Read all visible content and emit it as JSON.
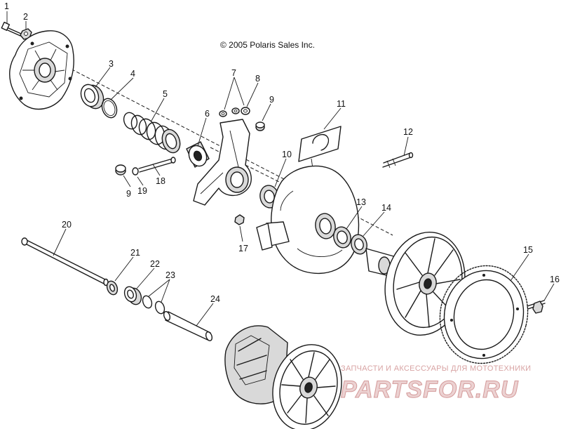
{
  "copyright": "© 2005 Polaris Sales Inc.",
  "watermark": {
    "tagline": "ЗАПЧАСТИ И АКСЕССУАРЫ ДЛЯ МОТОТЕХНИКИ",
    "brand": "PARTSFOR.RU"
  },
  "callouts": [
    "1",
    "2",
    "3",
    "4",
    "5",
    "6",
    "7",
    "8",
    "9",
    "10",
    "11",
    "12",
    "13",
    "14",
    "15",
    "16",
    "17",
    "18",
    "9",
    "19",
    "20",
    "21",
    "22",
    "23",
    "24"
  ],
  "colors": {
    "ink": "#1a1a1a",
    "watermark": "#d49a9a"
  }
}
